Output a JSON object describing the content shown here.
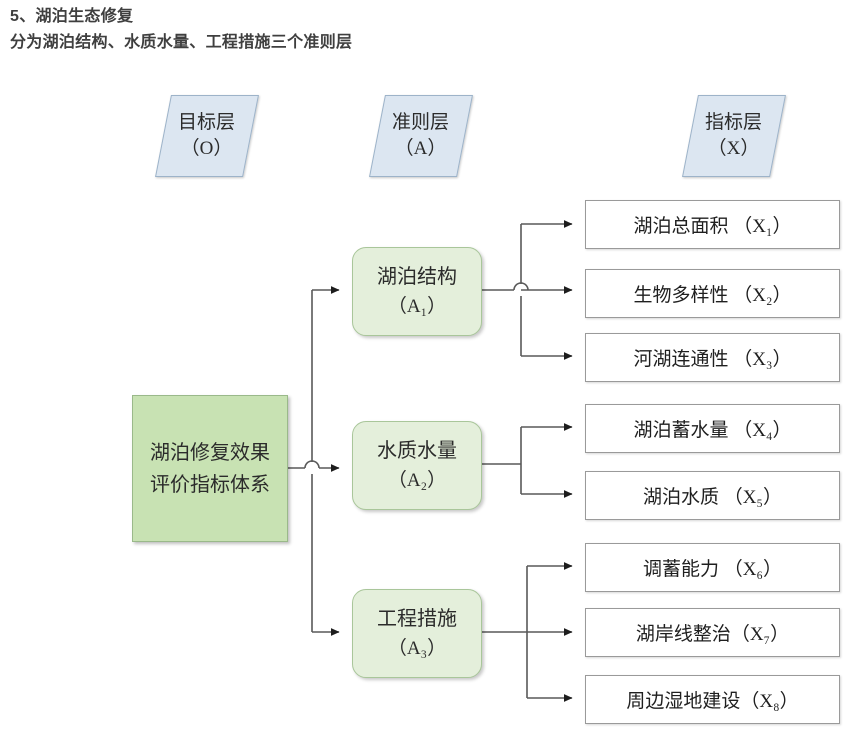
{
  "title": {
    "line1": "5、湖泊生态修复",
    "line2": "分为湖泊结构、水质水量、工程措施三个准则层"
  },
  "colors": {
    "goal_fill": "#c8e2b3",
    "criterion_fill": "#e4efdb",
    "layer_header_fill": "#dce6f1",
    "indicator_fill": "#ffffff",
    "line": "#595959"
  },
  "layer_headers": [
    {
      "name": "goal-layer",
      "label": "目标层",
      "code": "（O）"
    },
    {
      "name": "criterion-layer",
      "label": "准则层",
      "code": "（A）"
    },
    {
      "name": "indicator-layer",
      "label": "指标层",
      "code": "（X）"
    }
  ],
  "goal": {
    "label": "湖泊修复效果评价指标体系"
  },
  "criteria": [
    {
      "id": "A1",
      "label": "湖泊结构",
      "code": "（A₁）"
    },
    {
      "id": "A2",
      "label": "水质水量",
      "code": "（A₂）"
    },
    {
      "id": "A3",
      "label": "工程措施",
      "code": "（A₃）"
    }
  ],
  "indicators": [
    {
      "id": "X1",
      "label": "湖泊总面积",
      "code": "X₁",
      "parent": "A1",
      "text": "湖泊总面积 （X₁）"
    },
    {
      "id": "X2",
      "label": "生物多样性",
      "code": "X₂",
      "parent": "A1",
      "text": "生物多样性 （X₂）"
    },
    {
      "id": "X3",
      "label": "河湖连通性",
      "code": "X₃",
      "parent": "A1",
      "text": "河湖连通性 （X₃）"
    },
    {
      "id": "X4",
      "label": "湖泊蓄水量",
      "code": "X₄",
      "parent": "A2",
      "text": "湖泊蓄水量 （X₄）"
    },
    {
      "id": "X5",
      "label": "湖泊水质",
      "code": "X₅",
      "parent": "A2",
      "text": "湖泊水质 （X₅）"
    },
    {
      "id": "X6",
      "label": "调蓄能力",
      "code": "X₆",
      "parent": "A3",
      "text": "调蓄能力 （X₆）"
    },
    {
      "id": "X7",
      "label": "湖岸线整治",
      "code": "X₇",
      "parent": "A3",
      "text": "湖岸线整治（X₇）"
    },
    {
      "id": "X8",
      "label": "周边湿地建设",
      "code": "X₈",
      "parent": "A3",
      "text": "周边湿地建设（X₈）"
    }
  ]
}
